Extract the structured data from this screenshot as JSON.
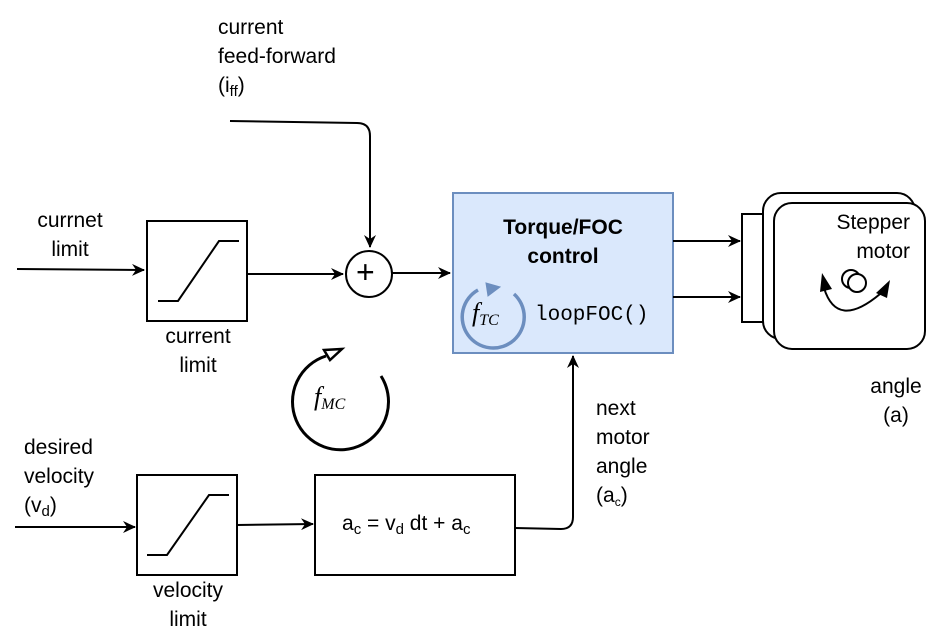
{
  "colors": {
    "stroke": "#000000",
    "focBlockFill": "#dae8fc",
    "focBlockStroke": "#6c8ebf",
    "ftcLoopColor": "#6c8ebf"
  },
  "inputs": {
    "feedForward": {
      "line1": "current",
      "line2": "feed-forward",
      "line3Prefix": "(i",
      "line3Sub": "ff",
      "line3Suffix": ")"
    },
    "currentLimitIn": {
      "line1": "currnet",
      "line2": "limit"
    },
    "desiredVelocity": {
      "line1": "desired",
      "line2": "velocity",
      "line3Prefix": "(v",
      "line3Sub": "d",
      "line3Suffix": ")"
    }
  },
  "blocks": {
    "currentLimit": {
      "caption1": "current",
      "caption2": "limit",
      "icon": "saturation-icon"
    },
    "velocityLimit": {
      "caption1": "velocity",
      "caption2": "limit",
      "icon": "saturation-icon"
    },
    "summer": {
      "symbol": "+"
    },
    "foc": {
      "title1": "Torque/FOC",
      "title2": "control",
      "fn": "loopFOC()",
      "loopSymbol": "f",
      "loopSub": "TC"
    },
    "angleIntegrator": {
      "lhs": "a",
      "lhsSub": "c",
      "eq": " = v",
      "vSub": "d",
      "mid": " dt + a",
      "rhsSub": "c"
    },
    "motor": {
      "line1": "Stepper",
      "line2": "motor",
      "icon": "rotation-icon"
    }
  },
  "motionLoop": {
    "symbol": "f",
    "sub": "MC"
  },
  "signals": {
    "nextAngle": {
      "line1": "next",
      "line2": "motor",
      "line3": "angle",
      "line4Prefix": "(a",
      "line4Sub": "c",
      "line4Suffix": ")"
    },
    "outputAngle": {
      "line1": "angle",
      "line2": "(a)"
    }
  }
}
